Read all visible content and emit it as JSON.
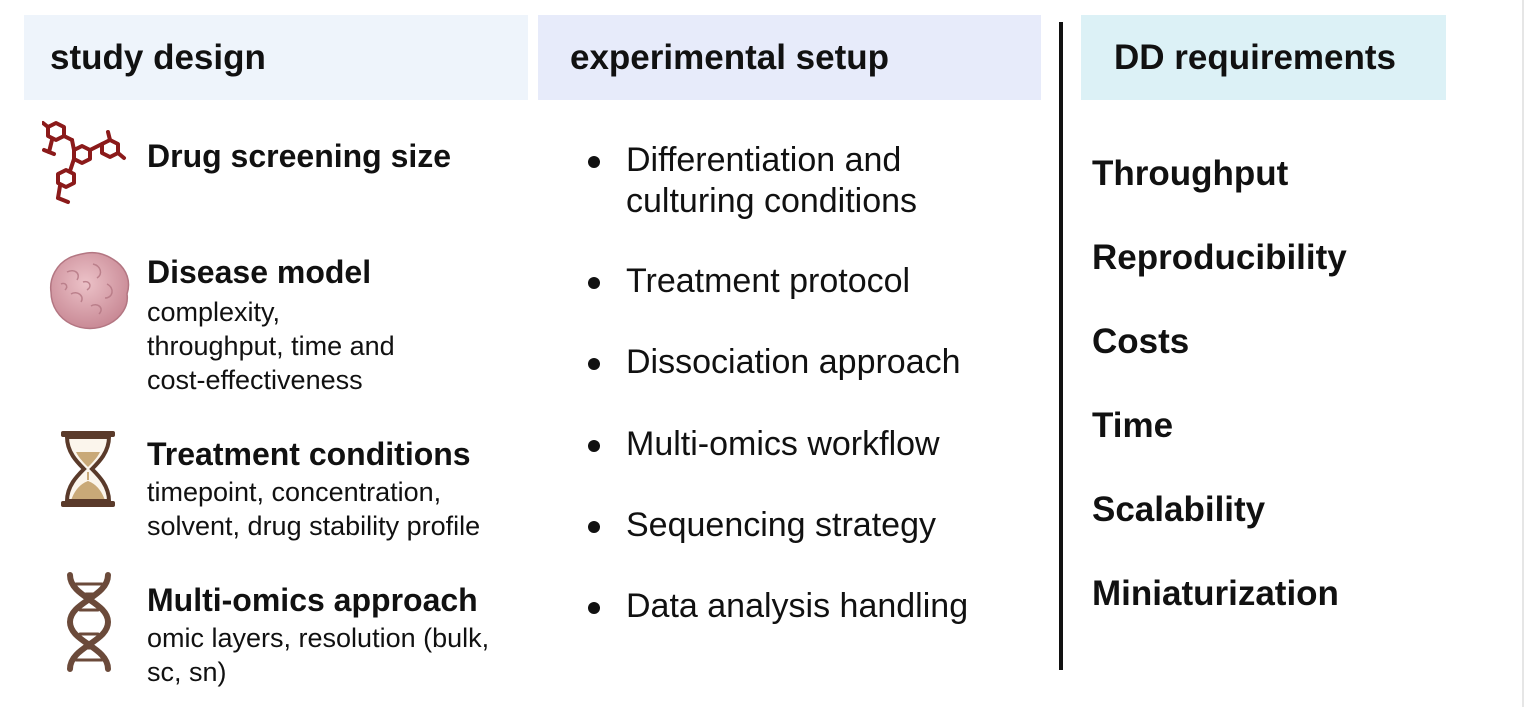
{
  "columns": {
    "study_design": {
      "header": "study design",
      "header_bg": "#eef4fb",
      "items": [
        {
          "icon": "molecule-icon",
          "title": "Drug screening size",
          "desc": []
        },
        {
          "icon": "organoid-icon",
          "title": "Disease model",
          "desc": [
            "complexity,",
            "throughput, time and",
            "cost-effectiveness"
          ]
        },
        {
          "icon": "hourglass-icon",
          "title": "Treatment conditions",
          "desc": [
            "timepoint, concentration,",
            "solvent, drug stability profile"
          ]
        },
        {
          "icon": "dna-helix-icon",
          "title": "Multi-omics approach",
          "desc": [
            "omic layers, resolution (bulk,",
            "sc, sn)"
          ]
        }
      ]
    },
    "experimental_setup": {
      "header": "experimental setup",
      "header_bg": "#e7ebfa",
      "bullets": [
        [
          "Differentiation and",
          "culturing conditions"
        ],
        [
          "Treatment protocol"
        ],
        [
          "Dissociation approach"
        ],
        [
          "Multi-omics workflow"
        ],
        [
          "Sequencing strategy"
        ],
        [
          "Data analysis handling"
        ]
      ]
    },
    "dd_requirements": {
      "header": "DD requirements",
      "header_bg": "#dcf1f6",
      "items": [
        "Throughput",
        "Reproducibility",
        "Costs",
        "Time",
        "Scalability",
        "Miniaturization"
      ]
    }
  },
  "colors": {
    "molecule": "#8b1a1a",
    "organoid": "#d9a3ad",
    "hourglass_frame": "#5a3a2a",
    "hourglass_sand": "#c9a978",
    "dna": "#6b4a3a"
  }
}
